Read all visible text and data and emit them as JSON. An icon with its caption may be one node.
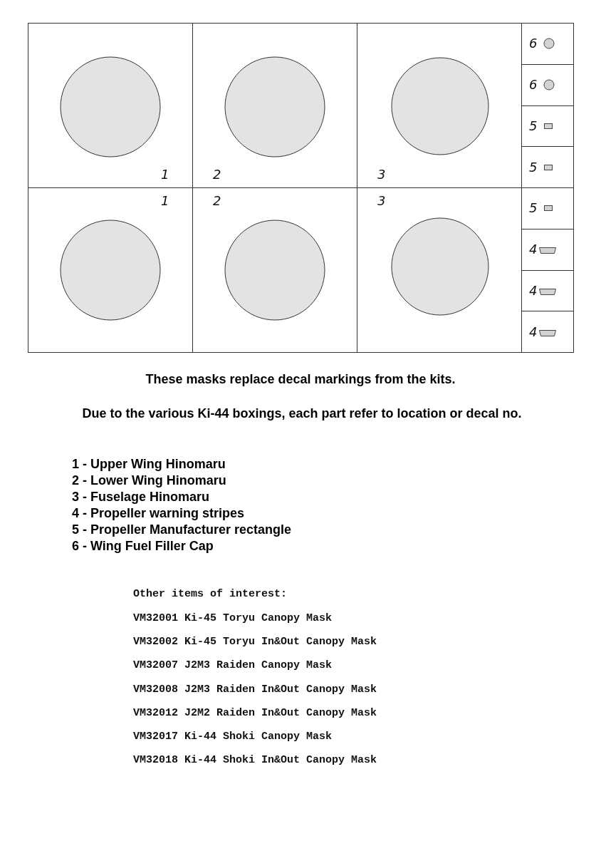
{
  "diagram": {
    "nodes": [
      {
        "text": [
          "1"
        ]
      },
      {
        "text": [
          "2"
        ]
      },
      {
        "text": [
          "3"
        ]
      },
      {
        "text": [
          "1"
        ]
      },
      {
        "text": [
          "2"
        ]
      },
      {
        "text": [
          "3"
        ]
      },
      {
        "text": [
          "6"
        ]
      },
      {
        "text": [
          "6"
        ]
      },
      {
        "text": [
          "5"
        ]
      },
      {
        "text": [
          "5"
        ]
      },
      {
        "text": [
          "5"
        ]
      },
      {
        "text": [
          "4"
        ]
      },
      {
        "text": [
          "4"
        ]
      },
      {
        "text": [
          "4"
        ]
      },
      {
        "text": [],
        "shape": "circle",
        "in": 0
      },
      {
        "text": [],
        "shape": "circle",
        "in": 1
      },
      {
        "text": [],
        "shape": "circle",
        "in": 2
      },
      {
        "text": [],
        "shape": "circle",
        "in": 3
      },
      {
        "text": [],
        "shape": "circle",
        "in": 4
      },
      {
        "text": [],
        "shape": "circle",
        "in": 5
      }
    ],
    "edges": [],
    "labels": [
      "These masks replace decal markings from the kits.",
      "Due to the various Ki-44 boxings, each part refer to location or decal no.",
      "1 - Upper Wing Hinomaru",
      "2 - Lower Wing Hinomaru",
      "3 - Fuselage Hinomaru",
      "4 - Propeller warning stripes",
      "5 - Propeller Manufacturer rectangle",
      "6 - Wing Fuel Filler Cap",
      "Other items of interest:",
      "VM32001 Ki-45 Toryu Canopy Mask",
      "VM32002 Ki-45 Toryu In&Out Canopy Mask",
      "VM32007 J2M3 Raiden Canopy Mask",
      "VM32008 J2M3 Raiden In&Out Canopy Mask",
      "VM32012 J2M2 Raiden In&Out Canopy Mask",
      "VM32017 Ki-44 Shoki Canopy Mask",
      "VM32018 Ki-44 Shoki In&Out Canopy Mask"
    ]
  }
}
